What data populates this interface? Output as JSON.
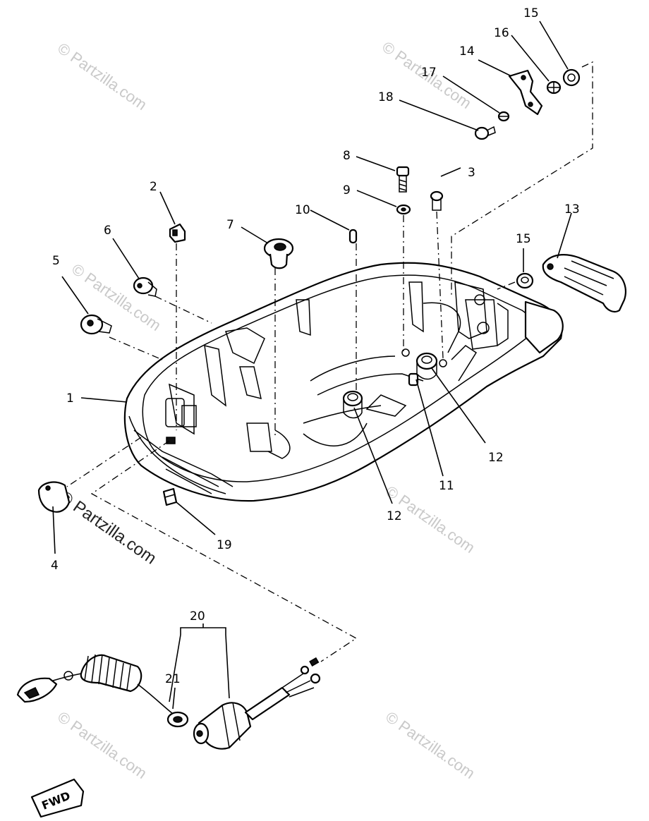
{
  "callouts": {
    "c1": "1",
    "c2": "2",
    "c3": "3",
    "c4": "4",
    "c5": "5",
    "c6": "6",
    "c7": "7",
    "c8": "8",
    "c9": "9",
    "c10": "10",
    "c11": "11",
    "c12a": "12",
    "c12b": "12",
    "c13": "13",
    "c14": "14",
    "c15a": "15",
    "c15b": "15",
    "c16": "16",
    "c17": "17",
    "c18": "18",
    "c19": "19",
    "c20": "20",
    "c21": "21"
  },
  "watermarks": {
    "faint": "© Partzilla.com",
    "dark": "© Partzilla.com"
  },
  "fwd_label": "FWD",
  "colors": {
    "ink": "#000000",
    "watermark": "#c9c9c9",
    "background": "#ffffff"
  }
}
